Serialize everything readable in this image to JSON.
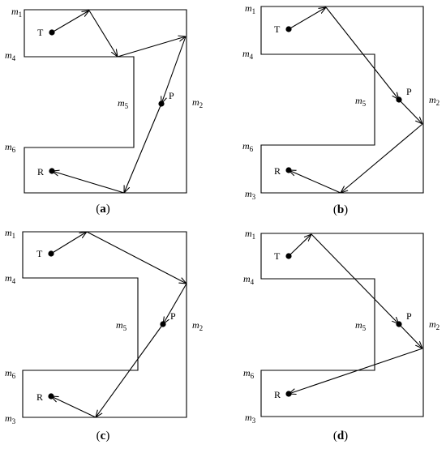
{
  "panels": [
    {
      "id": "a",
      "caption": {
        "open": "(",
        "letter": "a",
        "close": ")"
      },
      "walls": {
        "m1": "1",
        "m2": "2",
        "m4": "4",
        "m5": "5",
        "m6": "6",
        "m3": ""
      },
      "points": {
        "T": "T",
        "P": "P",
        "R": "R"
      }
    },
    {
      "id": "b",
      "caption": {
        "open": "(",
        "letter": "b",
        "close": ")"
      },
      "walls": {
        "m1": "1",
        "m2": "2",
        "m4": "4",
        "m5": "5",
        "m6": "6",
        "m3": "3"
      },
      "points": {
        "T": "T",
        "P": "P",
        "R": "R"
      }
    },
    {
      "id": "c",
      "caption": {
        "open": "(",
        "letter": "c",
        "close": ")"
      },
      "walls": {
        "m1": "1",
        "m2": "2",
        "m4": "4",
        "m5": "5",
        "m6": "6",
        "m3": "3"
      },
      "points": {
        "T": "T",
        "P": "P",
        "R": "R"
      }
    },
    {
      "id": "d",
      "caption": {
        "open": "(",
        "letter": "d",
        "close": ")"
      },
      "walls": {
        "m1": "1",
        "m2": "2",
        "m4": "4",
        "m5": "5",
        "m6": "6",
        "m3": "3"
      },
      "points": {
        "T": "T",
        "P": "P",
        "R": "R"
      }
    }
  ],
  "wall_letter": "m"
}
